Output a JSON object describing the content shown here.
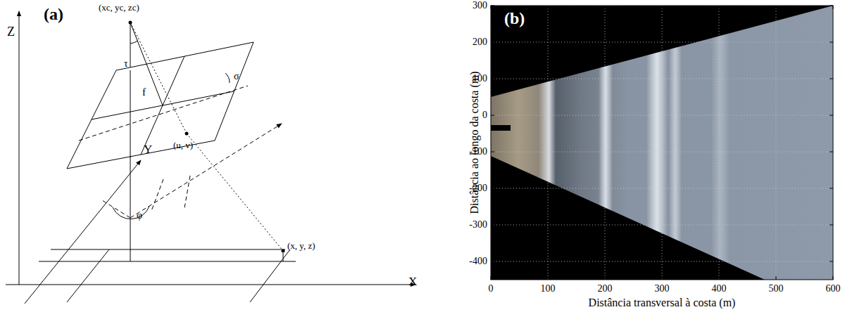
{
  "diagram": {
    "labels": [
      "(a)",
      "Z",
      "(xc, yc, zc)",
      "τ",
      "f",
      "σ",
      "(u, v)",
      "Y",
      "φ",
      "(x, y, z)",
      "X",
      "(b)",
      "300",
      "200",
      "100",
      "0",
      "-100",
      "-200",
      "-300",
      "-400",
      "0",
      "100",
      "200",
      "300",
      "400",
      "500",
      "600",
      "Distância ao longo da costa (m)",
      "Distância transversal à costa (m)"
    ]
  }
}
